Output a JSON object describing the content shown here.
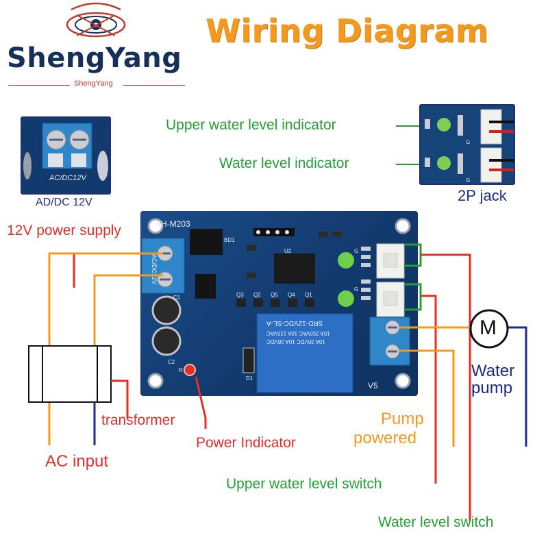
{
  "brand": {
    "name": "ShengYang",
    "sub": "ShengYang"
  },
  "title": "Wiring Diagram",
  "insets": {
    "terminal_silk": "AC/DC12V",
    "terminal_caption": "AD/DC 12V",
    "jack_caption": "2P jack"
  },
  "board": {
    "model": "XH-M203",
    "relay_model": "SRD-12VDC-SL-A",
    "relay_specs": [
      "10A 250VAC 10A 125VAC",
      "10A 30VDC 10A 28VDC"
    ],
    "version": "V5",
    "components": [
      "BD1",
      "U2",
      "C1",
      "C2",
      "D1",
      "Q3",
      "Q2",
      "Q5",
      "Q4",
      "Q1",
      "G",
      "G",
      "R"
    ],
    "terminal_silk": "AC/DC12V"
  },
  "labels": {
    "upper_indicator": "Upper water level indicator",
    "level_indicator": "Water level indicator",
    "power_supply": "12V power supply",
    "transformer": "transformer",
    "ac_input": "AC input",
    "power_indicator": "Power Indicator",
    "motor": "M",
    "water_pump": [
      "Water",
      "pump"
    ],
    "pump_powered": [
      "Pump",
      "powered"
    ],
    "upper_switch": "Upper water level switch",
    "level_switch": "Water level switch"
  },
  "colors": {
    "title": "#f39a1e",
    "green_labels": "#22a034",
    "red_labels": "#e0302a",
    "orange_labels": "#f39a1e",
    "navy_labels": "#1e2a8c",
    "wire_red": "#e0302a",
    "wire_orange": "#f39a1e",
    "wire_navy": "#1e2a8c",
    "wire_green": "#22a034",
    "pcb_blue": "#1a4a86"
  }
}
